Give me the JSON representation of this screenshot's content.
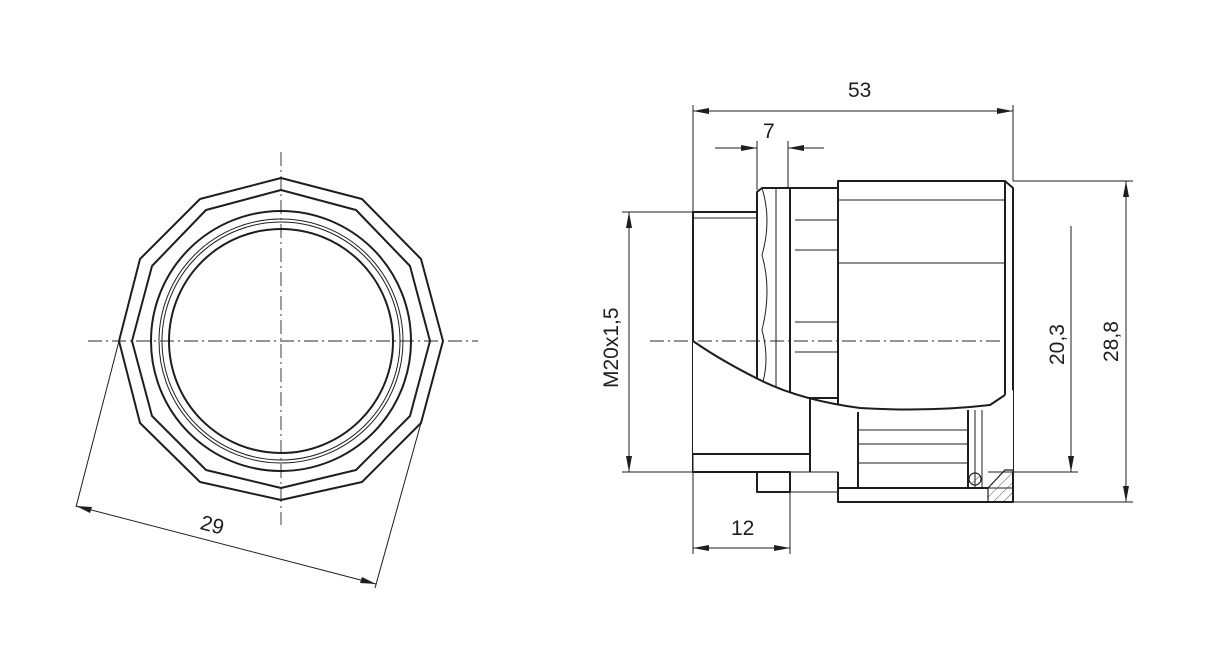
{
  "dimensions": {
    "across_corners": "29",
    "overall_length": "53",
    "locknut_width": "7",
    "thread": "M20x1,5",
    "thread_length": "12",
    "inner_diameter": "20,3",
    "outer_diameter": "28,8"
  }
}
